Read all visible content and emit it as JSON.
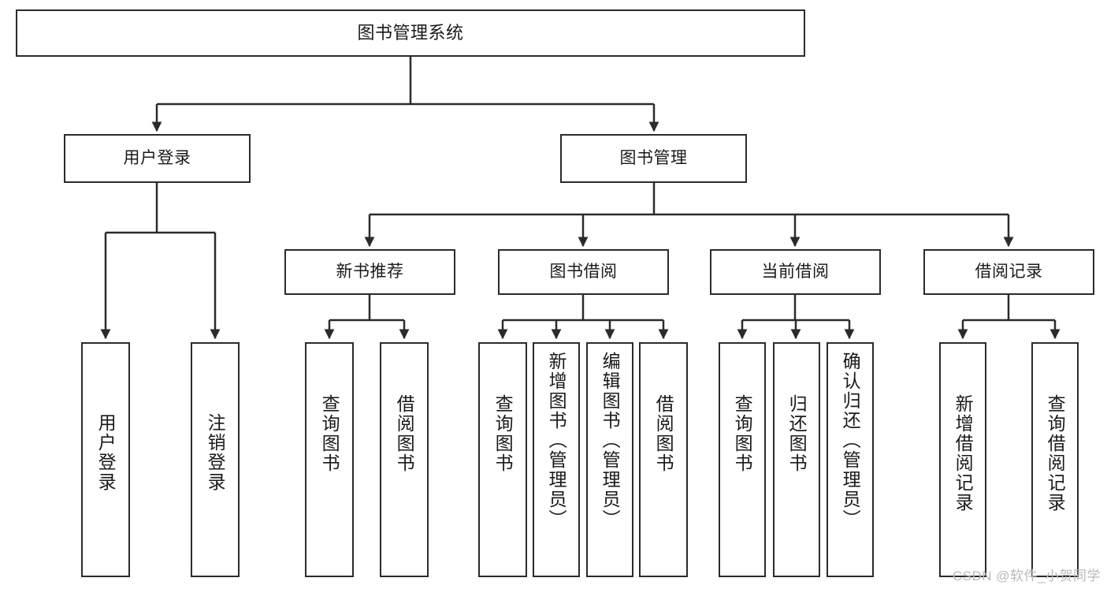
{
  "diagram": {
    "title": "图书管理系统",
    "type": "tree",
    "colors": {
      "stroke": "#2b2b2b",
      "fill": "#ffffff",
      "text": "#1a1a1a",
      "watermark": "#b9b9b9"
    },
    "root": {
      "label": "图书管理系统"
    },
    "level2": [
      {
        "label": "用户登录"
      },
      {
        "label": "图书管理"
      }
    ],
    "level3": [
      {
        "label": "新书推荐"
      },
      {
        "label": "图书借阅"
      },
      {
        "label": "当前借阅"
      },
      {
        "label": "借阅记录"
      }
    ],
    "leaves": {
      "user_login": [
        {
          "label": "用户登录"
        },
        {
          "label": "注销登录"
        }
      ],
      "new_book": [
        {
          "label": "查询图书"
        },
        {
          "label": "借阅图书"
        }
      ],
      "book_borrow": [
        {
          "label": "查询图书"
        },
        {
          "label": "新增图书（管理员）"
        },
        {
          "label": "编辑图书（管理员）"
        },
        {
          "label": "借阅图书"
        }
      ],
      "current_borrow": [
        {
          "label": "查询图书"
        },
        {
          "label": "归还图书"
        },
        {
          "label": "确认归还（管理员）"
        }
      ],
      "borrow_record": [
        {
          "label": "新增借阅记录"
        },
        {
          "label": "查询借阅记录"
        }
      ]
    }
  },
  "watermark": {
    "text": "CSDN @软件_小贺同学"
  }
}
